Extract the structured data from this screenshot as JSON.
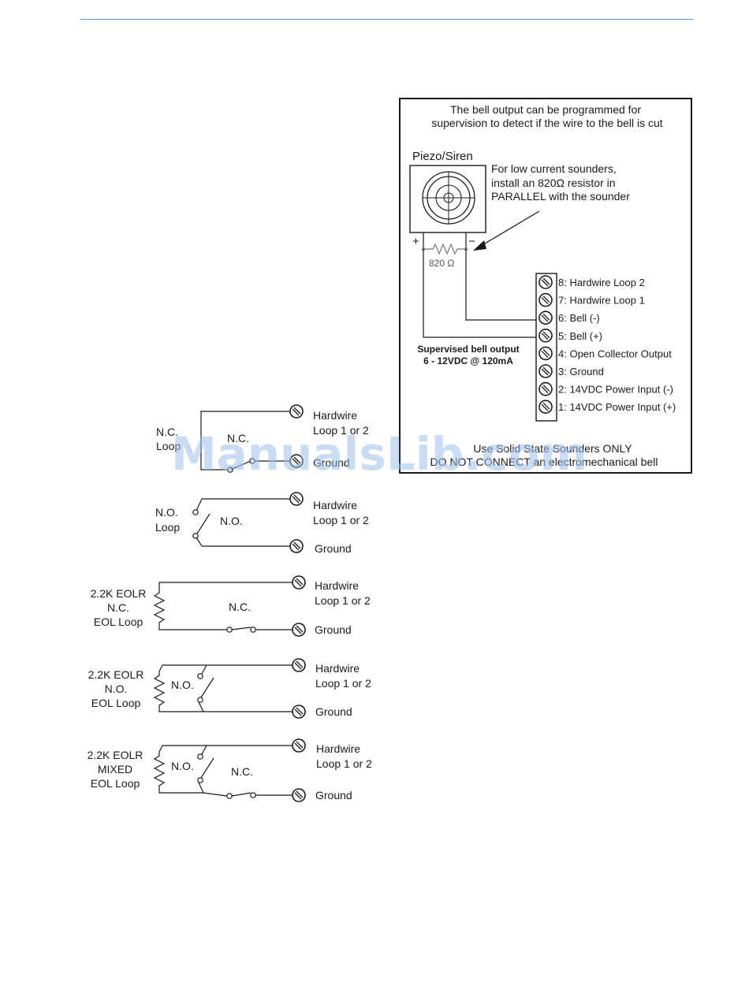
{
  "bell_panel": {
    "header_line1": "The bell output can be programmed for",
    "header_line2": "supervision to detect if the wire to the bell is cut",
    "piezo_label": "Piezo/Siren",
    "note_line1": "For low current sounders,",
    "note_line2": "install an 820Ω resistor in",
    "note_line3": "PARALLEL with the sounder",
    "plus": "+",
    "minus": "−",
    "resistor_label": "820 Ω",
    "supervised_line1": "Supervised bell output",
    "supervised_line2": "6 - 12VDC @ 120mA",
    "terminals": [
      "8: Hardwire Loop 2",
      "7: Hardwire Loop 1",
      "6: Bell (-)",
      "5: Bell (+)",
      "4: Open Collector Output",
      "3: Ground",
      "2: 14VDC Power Input (-)",
      "1: 14VDC Power Input (+)"
    ],
    "footer_line1": "Use Solid State Sounders ONLY",
    "footer_line2": "DO NOT CONNECT an electromechanical bell"
  },
  "loops": [
    {
      "left_lines": [
        "N.C.",
        "Loop"
      ],
      "contact_labels": [
        "N.C."
      ],
      "hw_line1": "Hardwire",
      "hw_line2": "Loop 1 or 2",
      "ground": "Ground"
    },
    {
      "left_lines": [
        "N.O.",
        "Loop"
      ],
      "contact_labels": [
        "N.O."
      ],
      "hw_line1": "Hardwire",
      "hw_line2": "Loop 1 or 2",
      "ground": "Ground"
    },
    {
      "left_lines": [
        "2.2K EOLR",
        "N.C.",
        "EOL Loop"
      ],
      "contact_labels": [
        "N.C."
      ],
      "hw_line1": "Hardwire",
      "hw_line2": "Loop 1 or 2",
      "ground": "Ground"
    },
    {
      "left_lines": [
        "2.2K EOLR",
        "N.O.",
        "EOL Loop"
      ],
      "contact_labels": [
        "N.O."
      ],
      "hw_line1": "Hardwire",
      "hw_line2": "Loop 1 or 2",
      "ground": "Ground"
    },
    {
      "left_lines": [
        "2.2K EOLR",
        "MIXED",
        "EOL Loop"
      ],
      "contact_labels": [
        "N.O.",
        "N.C."
      ],
      "hw_line1": "Hardwire",
      "hw_line2": "Loop 1 or 2",
      "ground": "Ground"
    }
  ],
  "watermark": "ManualsLib.com"
}
